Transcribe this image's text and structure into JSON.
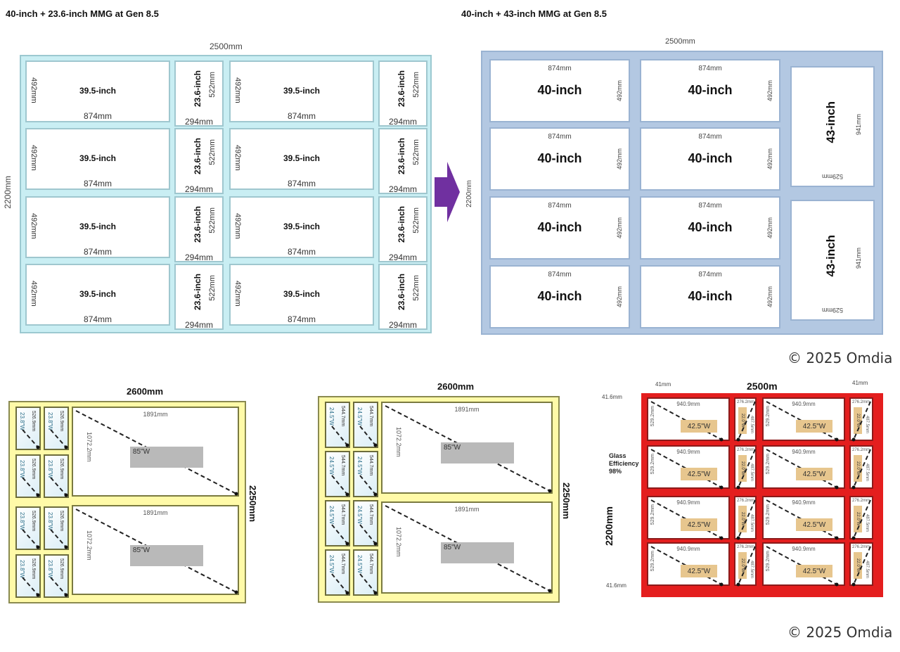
{
  "panel_left": {
    "title": "40-inch + 23.6-inch MMG at Gen 8.5",
    "width_label": "2500mm",
    "height_label": "2200mm",
    "large_panel": {
      "label": "39.5-inch",
      "width": "874mm",
      "height": "492mm"
    },
    "small_panel": {
      "label": "23.6-inch",
      "width": "294mm",
      "height": "522mm"
    },
    "rows": 4
  },
  "arrow": {
    "color": "#7030a0"
  },
  "panel_right": {
    "title": "40-inch + 43-inch MMG at Gen 8.5",
    "width_label": "2500mm",
    "height_label": "2200mm",
    "panel_40": {
      "label": "40-inch",
      "width": "874mm",
      "height": "492mm"
    },
    "panel_43": {
      "label": "43-inch",
      "width": "529mm",
      "height": "941mm"
    }
  },
  "copyright_top": "© 2025 Omdia",
  "bottom_a": {
    "width_label": "2600mm",
    "height_label": "2250mm",
    "large": {
      "width": "1891mm",
      "height": "1072.2mm",
      "label": "85\"W"
    },
    "small": {
      "label": "23.8\"W",
      "dim": "526.9mm"
    }
  },
  "bottom_b": {
    "width_label": "2600mm",
    "height_label": "2250mm",
    "large": {
      "width": "1891mm",
      "height": "1072.2mm",
      "label": "85\"W"
    },
    "small": {
      "label": "24.5\"W",
      "dim": "544.7mm"
    }
  },
  "bottom_c": {
    "width_label": "2500m",
    "height_label": "2200mm",
    "margin_x": "41mm",
    "margin_y": "41.6mm",
    "efficiency_label": "Glass Efficiency",
    "efficiency_value": "98%",
    "large": {
      "width": "940.9mm",
      "height": "529.2mm",
      "label": "42.5\"W"
    },
    "small": {
      "width": "276.2mm",
      "height": "487.5mm",
      "label": "22.0\"W"
    }
  },
  "copyright_bottom": "© 2025 Omdia",
  "colors": {
    "cyan_bg": "#c9eef3",
    "blue_bg": "#b3c8e2",
    "yellow_bg": "#fffaa8",
    "red_bg": "#e41e1e",
    "tan": "#e7c68e"
  }
}
